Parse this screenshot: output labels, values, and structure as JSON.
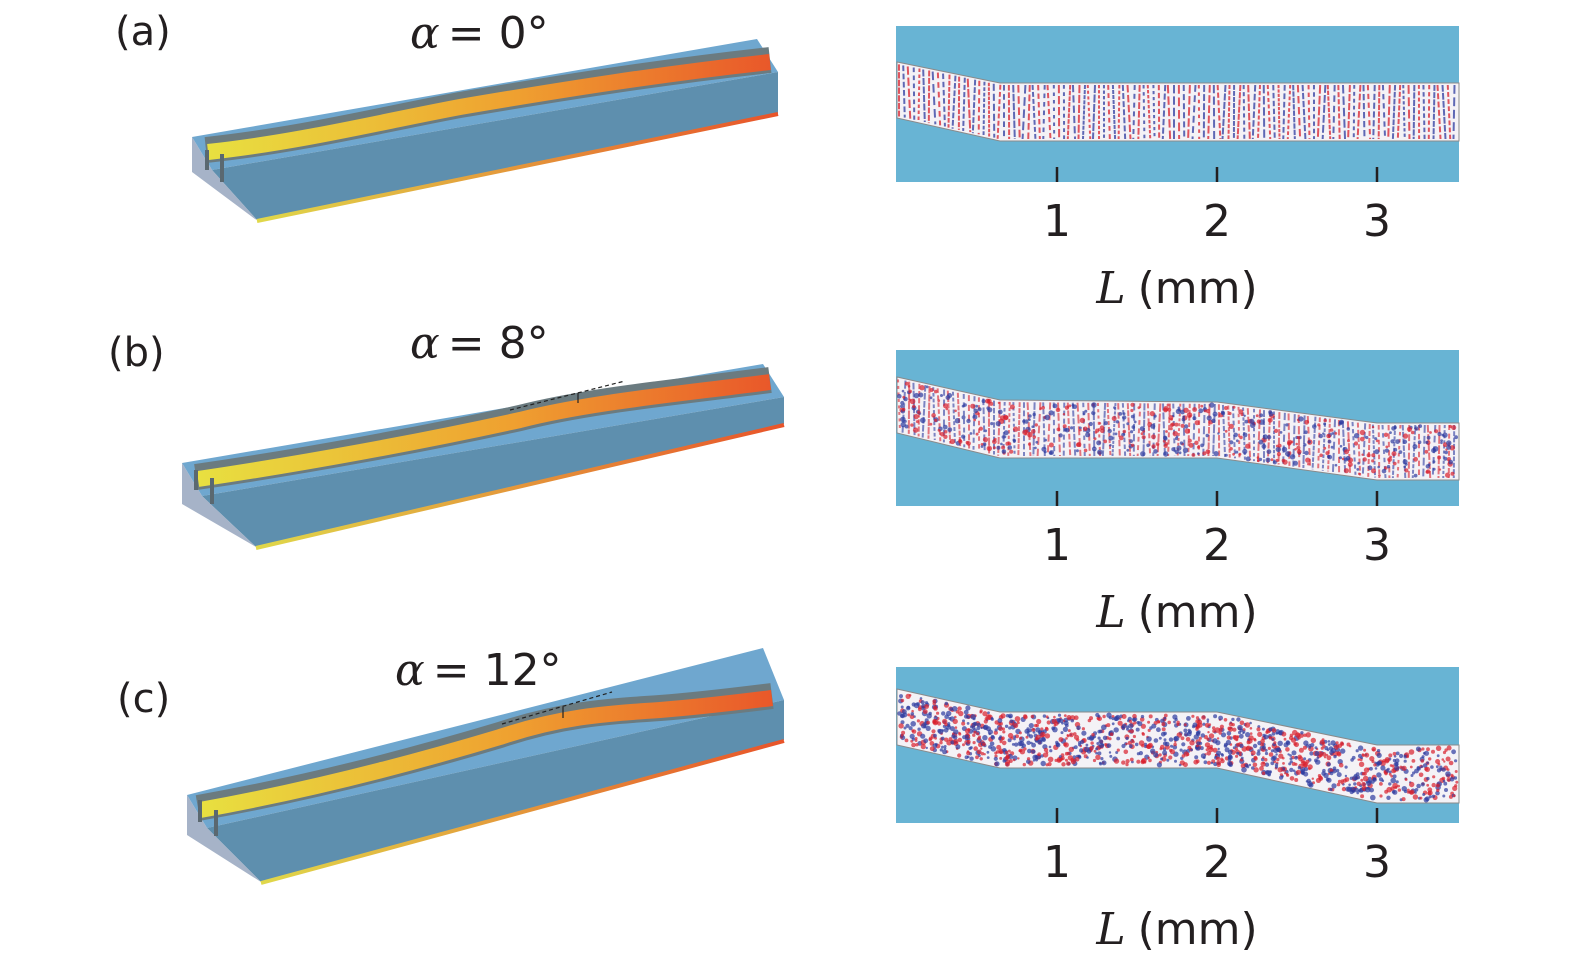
{
  "colors": {
    "substrate_top": "#6fa7cf",
    "substrate_side": "#5e8fae",
    "substrate_end": "#a6b3c8",
    "guide_start": "#e8e040",
    "guide_end": "#e9582a",
    "groove": "#6b7b80",
    "map_background": "#68b4d4",
    "wave_red": "#d9202c",
    "wave_blue": "#2c3aa0"
  },
  "panels": [
    {
      "label": "(a)",
      "alpha_symbol": "α",
      "alpha_value": "= 0°",
      "x_ticks": [
        "1",
        "2",
        "3"
      ],
      "x_axis_var": "L",
      "x_axis_unit": "(mm)",
      "pattern": "stripes"
    },
    {
      "label": "(b)",
      "alpha_symbol": "α",
      "alpha_value": "= 8°",
      "x_ticks": [
        "1",
        "2",
        "3"
      ],
      "x_axis_var": "L",
      "x_axis_unit": "(mm)",
      "pattern": "mixed"
    },
    {
      "label": "(c)",
      "alpha_symbol": "α",
      "alpha_value": "= 12°",
      "x_ticks": [
        "1",
        "2",
        "3"
      ],
      "x_axis_var": "L",
      "x_axis_unit": "(mm)",
      "pattern": "speckle"
    }
  ]
}
